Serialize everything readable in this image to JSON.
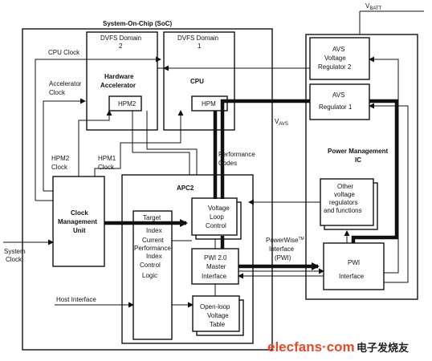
{
  "diagram": {
    "vbatt": "V",
    "vbatt_sub": "BATT",
    "soc_title": "System-On-Chip (SoC)",
    "dvfs2_line1": "DVFS Domain",
    "dvfs2_line2": "2",
    "dvfs1_line1": "DVFS Domain",
    "dvfs1_line2": "1",
    "hw_acc_line1": "Hardware",
    "hw_acc_line2": "Accelerator",
    "hpm2": "HPM2",
    "cpu": "CPU",
    "hpm1": "HPM",
    "cpu_clock": "CPU Clock",
    "acc_clock_line1": "Accelerator",
    "acc_clock_line2": "Clock",
    "hpm2_clock_line1": "HPM2",
    "hpm2_clock_line2": "Clock",
    "hpm1_clock_line1": "HPM1",
    "hpm1_clock_line2": "Clock",
    "perf_codes_line1": "Performance",
    "perf_codes_line2": "Codes",
    "vavs": "V",
    "vavs_sub": "AVS",
    "avs2_line1": "AVS",
    "avs2_line2": "Voltage",
    "avs2_line3": "Regulator 2",
    "avs1_line1": "AVS",
    "avs1_line2": "Regulator 1",
    "pmic_line1": "Power Management",
    "pmic_line2": "IC",
    "other_line1": "Other",
    "other_line2": "voltage",
    "other_line3": "regulators",
    "other_line4": "and functions",
    "pwi_line1": "PWI",
    "pwi_line2": "Interface",
    "pwi_if_line1": "PowerWise",
    "pwi_if_tm": "TM",
    "pwi_if_line2": "Interface",
    "pwi_if_line3": "(PWI)",
    "apc2": "APC2",
    "cmu_line1": "Clock",
    "cmu_line2": "Management",
    "cmu_line3": "Unit",
    "sys_clock_line1": "System",
    "sys_clock_line2": "Clock",
    "target_line1": "Target",
    "target_line2": "Index",
    "current_line1": "Current",
    "current_line2": "Performance",
    "current_line3": "Index",
    "control_line1": "Control",
    "control_line2": "Logic",
    "vloop_line1": "Voltage",
    "vloop_line2": "Loop",
    "vloop_line3": "Control",
    "pwi20_line1": "PWI 2.0",
    "pwi20_line2": "Master",
    "pwi20_line3": "Interface",
    "olvt_line1": "Open-loop",
    "olvt_line2": "Voltage",
    "olvt_line3": "Table",
    "host_if": "Host Interface",
    "watermark_en": "elecfans·com",
    "watermark_cn": "电子发烧友"
  }
}
